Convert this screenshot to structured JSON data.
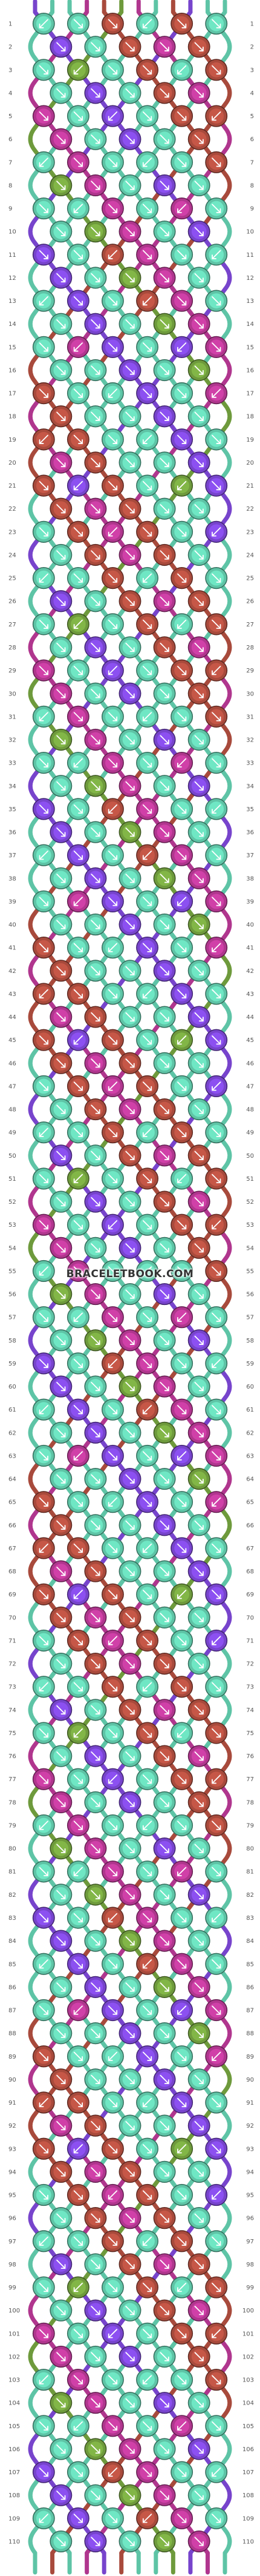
{
  "watermark": "BRACELETBOOK.COM",
  "pattern": {
    "rows": 110,
    "strings": 12,
    "colors": {
      "A": "#7744cc",
      "B": "#5ec4a6",
      "C": "#b0368e",
      "D": "#a84a3c",
      "E": "#6e9a3c"
    },
    "strand_order": [
      "A",
      "B",
      "B",
      "C",
      "D",
      "E",
      "C",
      "B",
      "D",
      "A",
      "B",
      "B"
    ],
    "row_labels_start": 1
  }
}
